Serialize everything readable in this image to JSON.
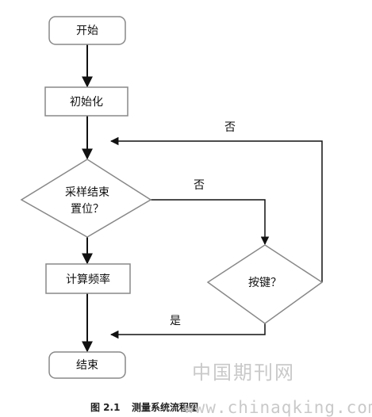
{
  "nodes": {
    "start": "开始",
    "init": "初始化",
    "sample_done_line1": "采样结束",
    "sample_done_line2": "置位？",
    "compute_freq": "计算频率",
    "key_press": "按键？",
    "end": "结束"
  },
  "edges": {
    "no_top": "否",
    "no_right": "否",
    "yes_bottom": "是"
  },
  "caption": {
    "figure_num": "图 2.1",
    "title": "测量系统流程图"
  },
  "watermark": {
    "name": "中国期刊网",
    "url": "www.chinaqking.com"
  }
}
